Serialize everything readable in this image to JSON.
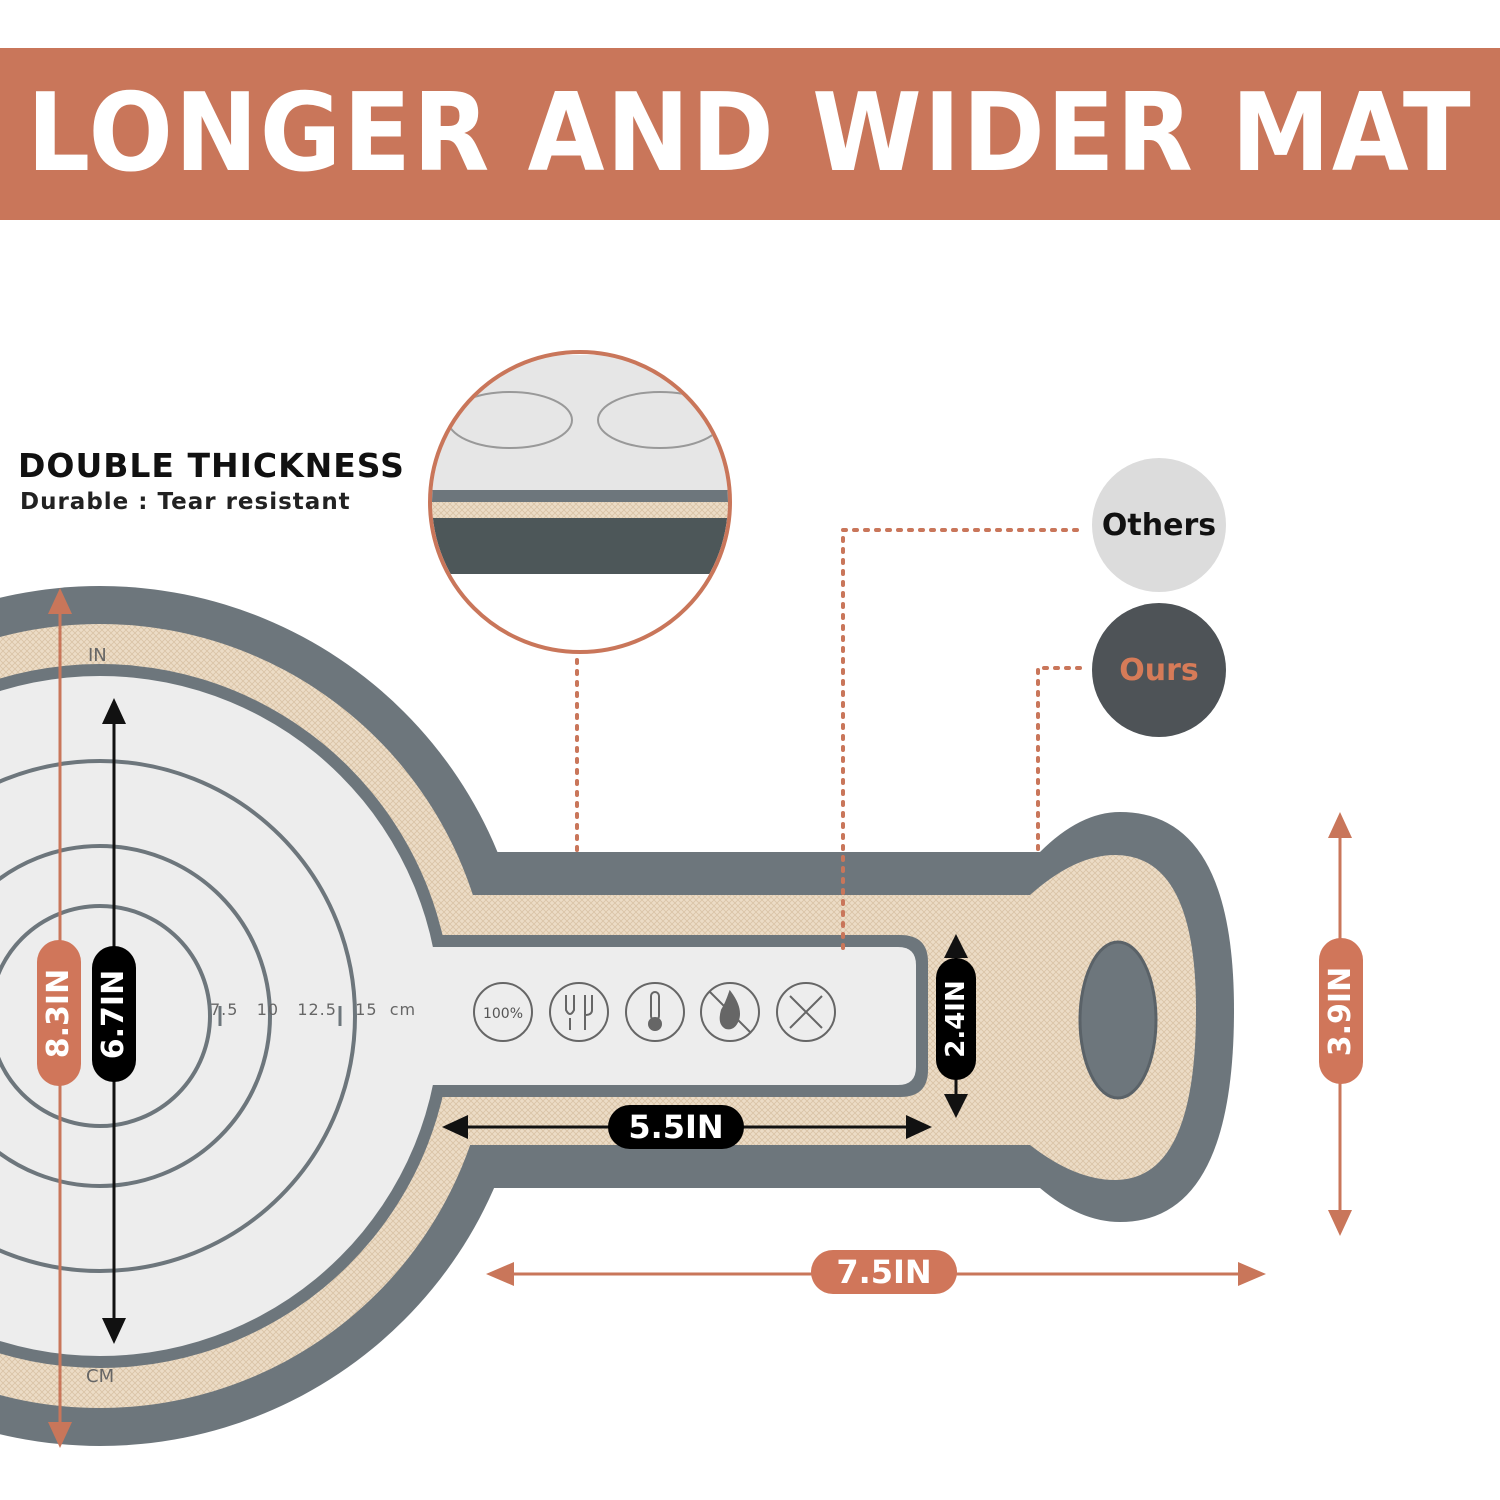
{
  "banner": {
    "title": "LONGER AND WIDER MAT"
  },
  "feature": {
    "heading": "DOUBLE THICKNESS",
    "subheading": "Durable : Tear resistant"
  },
  "legend": {
    "others": "Others",
    "ours": "Ours"
  },
  "dimensions": {
    "outer_height": "8.3IN",
    "inner_height": "6.7IN",
    "handle_inner_width": "2.4IN",
    "handle_outer_width": "3.9IN",
    "handle_inner_length": "5.5IN",
    "handle_outer_length": "7.5IN"
  },
  "mat_markings": {
    "in": "IN",
    "cm": "CM",
    "cm_scale": "7.5   10   12.5   15  cm"
  },
  "colors": {
    "accent": "#c9765a",
    "mat_gray": "#6d767c",
    "mat_beige": "#ecdcc6",
    "mat_center": "#ededed",
    "dark": "#4e5357"
  },
  "icons": [
    "platinum-silicone-icon",
    "food-safe-icon",
    "temperature-icon",
    "heat-resistant-icon",
    "no-knife-icon"
  ]
}
